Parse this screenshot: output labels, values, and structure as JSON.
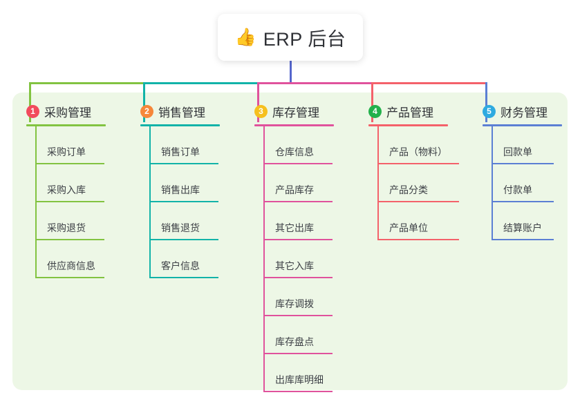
{
  "diagram": {
    "type": "mindmap-org-chart",
    "canvas_background": "#ffffff",
    "panel_background": "#edf7e6",
    "root": {
      "icon": "thumbs-up-emoji",
      "emoji": "👍",
      "title": "ERP 后台",
      "stem_color": "#5566cc"
    },
    "branches": [
      {
        "index": "1",
        "title": "采购管理",
        "badge_color": "#f24a5c",
        "line_color": "#82c341",
        "items": [
          "采购订单",
          "采购入库",
          "采购退货",
          "供应商信息"
        ]
      },
      {
        "index": "2",
        "title": "销售管理",
        "badge_color": "#f6873a",
        "line_color": "#12b3a8",
        "items": [
          "销售订单",
          "销售出库",
          "销售退货",
          "客户信息"
        ]
      },
      {
        "index": "3",
        "title": "库存管理",
        "badge_color": "#f6c01e",
        "line_color": "#e0529c",
        "items": [
          "仓库信息",
          "产品库存",
          "其它出库",
          "其它入库",
          "库存调拨",
          "库存盘点",
          "出库库明细"
        ]
      },
      {
        "index": "4",
        "title": "产品管理",
        "badge_color": "#23b14c",
        "line_color": "#f4616a",
        "items": [
          "产品（物料）",
          "产品分类",
          "产品单位"
        ]
      },
      {
        "index": "5",
        "title": "财务管理",
        "badge_color": "#2eaae0",
        "line_color": "#5b7fd4",
        "items": [
          "回款单",
          "付款单",
          "结算账户"
        ]
      }
    ]
  }
}
